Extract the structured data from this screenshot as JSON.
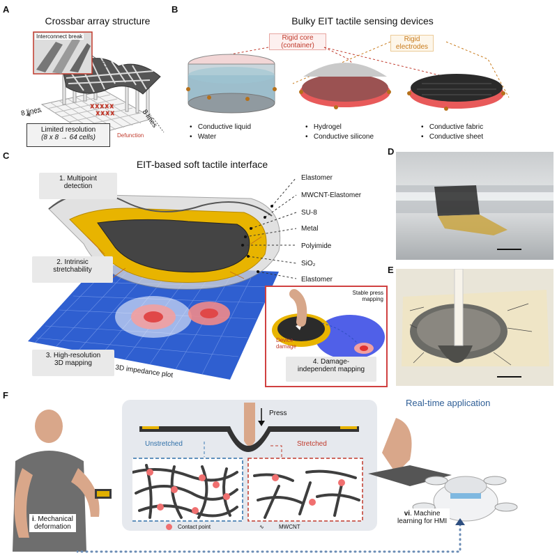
{
  "panels": {
    "a": {
      "letter": "A",
      "title": "Crossbar array structure",
      "inset": "Interconnect break",
      "lines_left": "8 lines",
      "lines_right": "8 lines",
      "defunction": "Defunction",
      "resolution_line1": "Limited resolution",
      "resolution_line2": "(8 x 8 → 64 cells)"
    },
    "b": {
      "letter": "B",
      "title": "Bulky EIT tactile sensing devices",
      "rigid_core": "Rigid core\n(container)",
      "rigid_electrodes": "Rigid\nelectrodes",
      "col1": [
        "Conductive liquid",
        "Water"
      ],
      "col2": [
        "Hydrogel",
        "Conductive silicone"
      ],
      "col3": [
        "Conductive fabric",
        "Conductive sheet"
      ]
    },
    "c": {
      "letter": "C",
      "title": "EIT-based soft tactile interface",
      "f1": "1. Multipoint\ndetection",
      "f2": "2. Intrinsic\nstretchability",
      "f3": "3. High-resolution\n3D mapping",
      "f4": "4. Damage-\nindependent mapping",
      "layers": [
        "Elastomer",
        "MWCNT-Elastomer",
        "SU-8",
        "Metal",
        "Polyimide",
        "SiO₂",
        "Elastomer"
      ],
      "plot_label": "3D impedance plot",
      "stable": "Stable press\nmapping",
      "damage": "Device\ndamage"
    },
    "d": {
      "letter": "D"
    },
    "e": {
      "letter": "E"
    },
    "f": {
      "letter": "F",
      "press": "Press",
      "unstretched": "Unstretched",
      "stretched": "Stretched",
      "legend_contact": "Contact point",
      "legend_mwcnt": "MWCNT",
      "left_caption_num": "i",
      "left_caption": ". Mechanical\ndeformation",
      "right_caption_num": "vi",
      "right_caption": ". Machine\nlearning for HMI",
      "realtime": "Real-time application"
    }
  },
  "colors": {
    "red": "#c0392b",
    "orange": "#c87a1a",
    "blue_plot": "#2a55c8",
    "yellow": "#e8b400"
  }
}
